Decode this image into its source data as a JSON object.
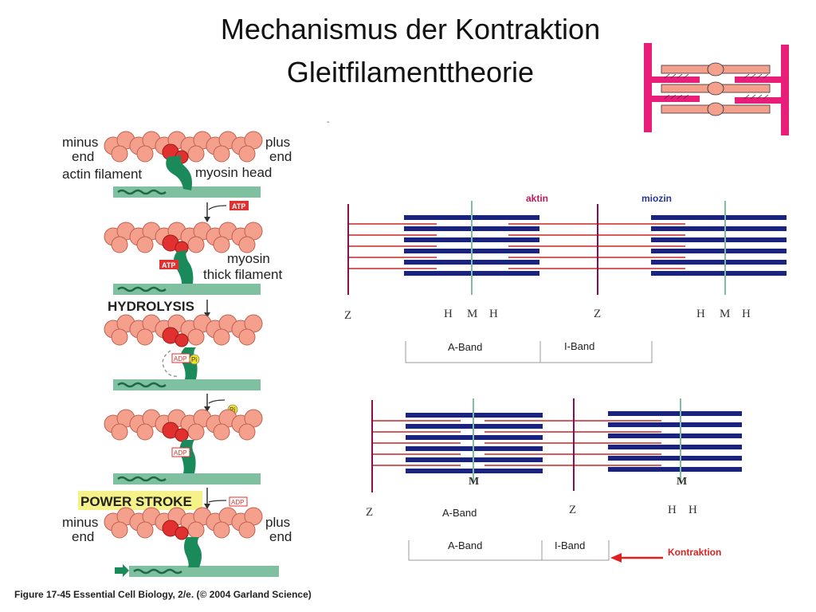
{
  "slide": {
    "title_line1": "Mechanismus der Kontraktion",
    "title_line2": "Gleitfilamenttheorie"
  },
  "left_figure": {
    "label_minus_end": "minus\nend",
    "label_plus_end": "plus\nend",
    "label_actin_filament": "actin filament",
    "label_myosin_head": "myosin head",
    "label_atp": "ATP",
    "label_myosin_thick_filament": "myosin\nthick filament",
    "label_hydrolysis": "HYDROLYSIS",
    "label_adp": "ADP",
    "label_pi": "Pi",
    "label_power_stroke": "POWER STROKE",
    "caption": "Figure 17-45  Essential Cell Biology, 2/e. (© 2004 Garland Science)"
  },
  "sarcomere_top": {
    "legend_actin": "aktin",
    "legend_myosin": "miozin",
    "z": "Z",
    "h": "H",
    "m": "M",
    "a_band": "A-Band",
    "i_band": "I-Band"
  },
  "sarcomere_bottom": {
    "z": "Z",
    "h": "H",
    "m": "M",
    "a_band_upper": "A-Band",
    "a_band": "A-Band",
    "i_band": "I-Band",
    "kontraktion": "Kontraktion"
  },
  "colors": {
    "actin_bead": "#f4a08c",
    "actin_bead_stroke": "#c06050",
    "myosin_green": "#1b8a5a",
    "thick_filament": "#7fc0a0",
    "atp_red": "#e03030",
    "power_stroke_bg": "#f6f28a",
    "navy": "#1a237e",
    "red_line": "#c62828",
    "pink": "#e91e78",
    "arrow_red": "#e02020",
    "aktin_label": "#c2185b",
    "miozin_label": "#283593"
  }
}
